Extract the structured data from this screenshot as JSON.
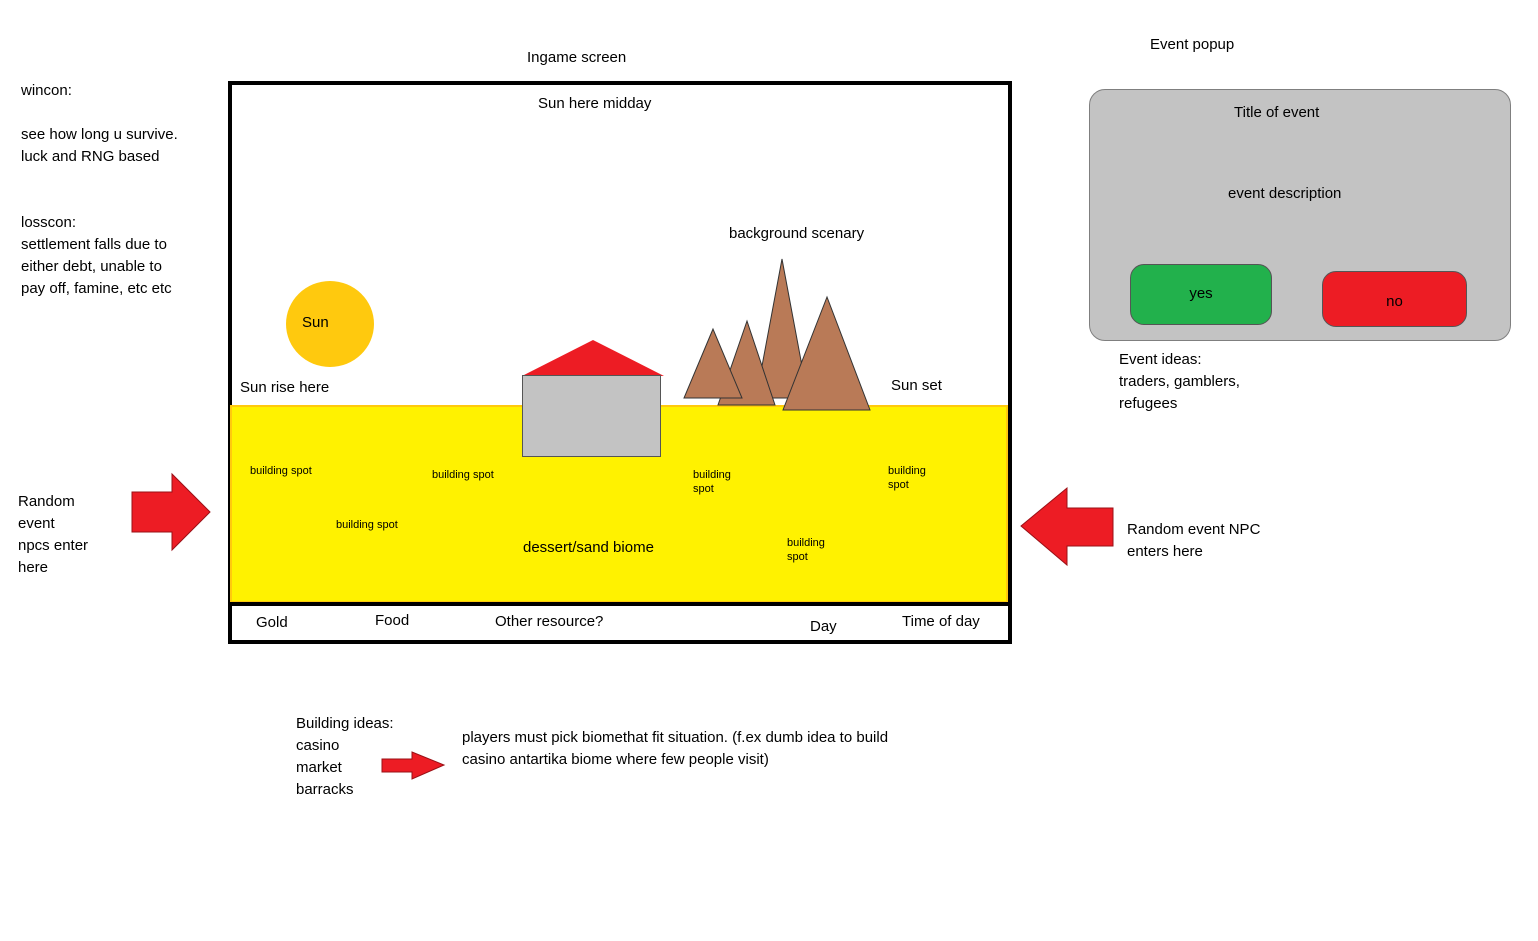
{
  "headings": {
    "ingame_screen": "Ingame screen",
    "event_popup": "Event popup"
  },
  "notes": {
    "wincon": [
      "wincon:",
      "",
      "see how long u survive.",
      "luck and RNG based"
    ],
    "losscon": [
      "losscon:",
      "settlement falls due to",
      "either debt, unable to",
      "pay off, famine, etc etc"
    ],
    "random_event_left": [
      "Random",
      "event",
      "npcs enter",
      "here"
    ],
    "random_event_right": [
      "Random event NPC",
      "enters here"
    ],
    "event_ideas": [
      "Event ideas:",
      "traders, gamblers,",
      "refugees"
    ],
    "building_ideas": [
      "Building ideas:",
      "casino",
      "market",
      "barracks"
    ],
    "biome_note": [
      "players must pick biomethat fit situation. (f.ex dumb idea to build",
      "casino antartika biome where few people visit)"
    ]
  },
  "scene": {
    "sun_midday": "Sun here midday",
    "sun_label": "Sun",
    "sun_rise": "Sun rise here",
    "sun_set": "Sun set",
    "background_scenery": "background scenary",
    "biome": "dessert/sand biome",
    "building_spot_1": "building spot",
    "building_spot_2": "building spot",
    "building_spot_3": [
      "building",
      "spot"
    ],
    "building_spot_4": [
      "building",
      "spot"
    ],
    "building_spot_5": "building spot",
    "building_spot_6": [
      "building",
      "spot"
    ]
  },
  "hud": {
    "gold": "Gold",
    "food": "Food",
    "other": "Other resource?",
    "day": "Day",
    "time_of_day": "Time of day"
  },
  "popup": {
    "title": "Title of event",
    "description": "event description",
    "yes": "yes",
    "no": "no"
  },
  "colors": {
    "sand": "#fff200",
    "sand_border": "#ffc90e",
    "sun": "#ffc90e",
    "roof": "#ed1c24",
    "house": "#c3c3c3",
    "mountain": "#b97a57",
    "arrow": "#ed1c24",
    "popup_bg": "#c3c3c3",
    "yes_button": "#22b14c",
    "no_button": "#ed1c24"
  }
}
